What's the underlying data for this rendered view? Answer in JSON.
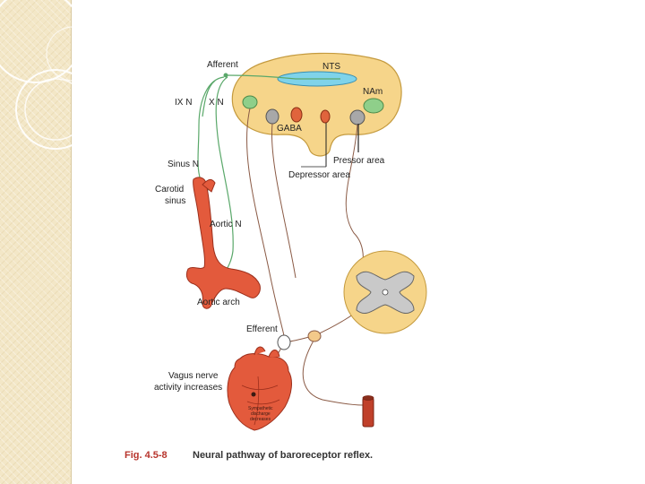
{
  "figure": {
    "number": "Fig. 4.5-8",
    "caption": "Neural pathway of baroreceptor reflex."
  },
  "labels": {
    "afferent": "Afferent",
    "nts": "NTS",
    "nam": "NAm",
    "ix_n": "IX N",
    "x_n": "X N",
    "gaba": "GABA",
    "pressor_area": "Pressor area",
    "depressor_area": "Depressor area",
    "sinus_n": "Sinus N",
    "carotid": "Carotid",
    "sinus": "sinus",
    "aortic_n": "Aortic N",
    "aortic_arch": "Aortic arch",
    "efferent": "Efferent",
    "vagus_line1": "Vagus nerve",
    "vagus_line2": "activity increases",
    "symp_line1": "Sympathetic",
    "symp_line2": "discharge",
    "symp_line3": "decreases"
  },
  "colors": {
    "slide_stripe": "#f3e7c7",
    "medulla": "#f6d58a",
    "nts_blue": "#7fd3ea",
    "nerve_green": "#5aa86a",
    "artery_red": "#e35a3c",
    "pathway_brown": "#8a5a45",
    "caption_red": "#b7342c"
  }
}
